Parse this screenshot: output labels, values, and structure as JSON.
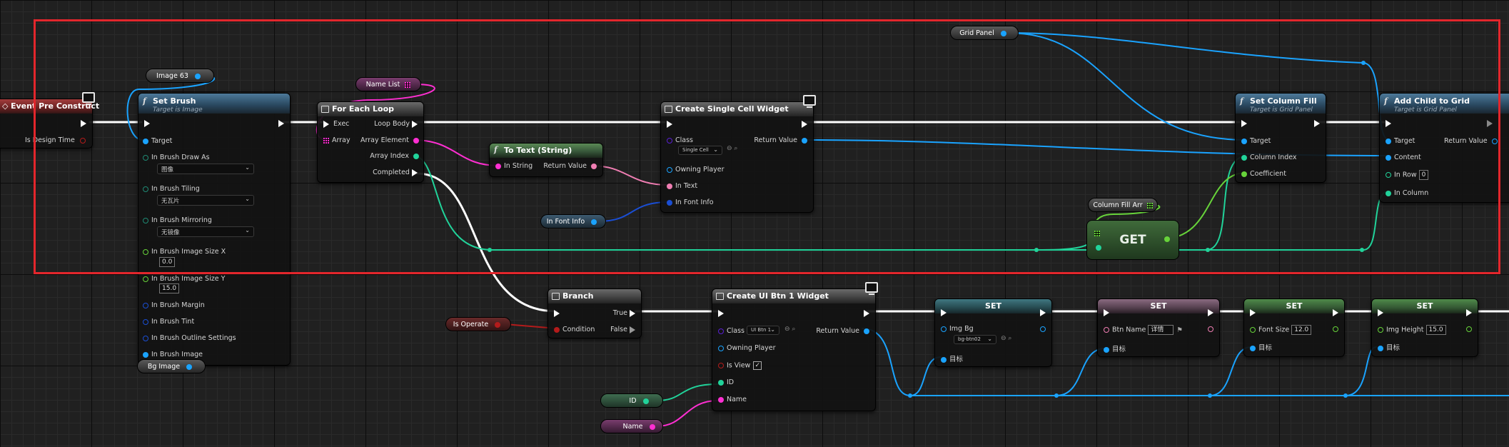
{
  "colors": {
    "exec": "#ffffff",
    "object": "#1aa3ff",
    "int": "#21d39a",
    "string": "#ff2fd2",
    "text": "#f07eb3",
    "bool": "#b41b1b",
    "class": "#5a1fd4",
    "struct": "#1a4ed4",
    "highlight_frame": "#e3262c"
  },
  "event_pre_construct": {
    "title": "Event Pre Construct",
    "pin_is_design_time": "Is Design Time",
    "icon": "event-icon"
  },
  "var_image63": {
    "label": "Image 63"
  },
  "var_bg_image": {
    "label": "Bg Image"
  },
  "set_brush": {
    "title": "Set Brush",
    "subtitle": "Target is Image",
    "icon": "function-icon",
    "target": "Target",
    "draw_as_label": "In Brush Draw As",
    "draw_as_value": "图像",
    "tiling_label": "In Brush Tiling",
    "tiling_value": "无瓦片",
    "mirroring_label": "In Brush Mirroring",
    "mirroring_value": "无镜像",
    "size_x_label": "In Brush Image Size X",
    "size_x_value": "0.0",
    "size_y_label": "In Brush Image Size Y",
    "size_y_value": "15.0",
    "margin_label": "In Brush Margin",
    "tint_label": "In Brush Tint",
    "outline_label": "In Brush Outline Settings",
    "image_label": "In Brush Image"
  },
  "var_name_list": {
    "label": "Name List"
  },
  "for_each_loop": {
    "title": "For Each Loop",
    "exec": "Exec",
    "array": "Array",
    "loop_body": "Loop Body",
    "array_element": "Array Element",
    "array_index": "Array Index",
    "completed": "Completed"
  },
  "to_text": {
    "title": "To Text (String)",
    "in_string": "In String",
    "return_value": "Return Value"
  },
  "var_in_font_info": {
    "label": "In Font Info"
  },
  "create_single_cell": {
    "title": "Create Single Cell Widget",
    "class_label": "Class",
    "class_value": "Single Cell",
    "owning_player": "Owning Player",
    "in_text": "In Text",
    "in_font_info": "In Font Info",
    "return_value": "Return Value"
  },
  "var_grid_panel": {
    "label": "Grid Panel"
  },
  "var_column_fill_arr": {
    "label": "Column Fill Arr"
  },
  "get_node": {
    "label": "GET"
  },
  "set_column_fill": {
    "title": "Set Column Fill",
    "subtitle": "Target is Grid Panel",
    "target": "Target",
    "column_index": "Column Index",
    "coefficient": "Coefficient"
  },
  "add_child_to_grid": {
    "title": "Add Child to Grid",
    "subtitle": "Target is Grid Panel",
    "target": "Target",
    "content": "Content",
    "in_row": "In Row",
    "in_row_value": "0",
    "in_column": "In Column",
    "return_value": "Return Value"
  },
  "var_is_operate": {
    "label": "Is Operate"
  },
  "branch": {
    "title": "Branch",
    "condition": "Condition",
    "true_label": "True",
    "false_label": "False"
  },
  "var_id": {
    "label": "ID"
  },
  "var_name": {
    "label": "Name"
  },
  "create_ui_btn": {
    "title": "Create UI Btn 1 Widget",
    "class_label": "Class",
    "class_value": "UI Btn 1",
    "owning_player": "Owning Player",
    "is_view": "Is View",
    "id": "ID",
    "name": "Name",
    "return_value": "Return Value"
  },
  "set1": {
    "title": "SET",
    "field": "Img Bg",
    "field_value": "bg-btn02",
    "target": "目标"
  },
  "set2": {
    "title": "SET",
    "field": "Btn Name",
    "field_value": "详情",
    "target": "目标"
  },
  "set3": {
    "title": "SET",
    "field": "Font Size",
    "field_value": "12.0",
    "target": "目标"
  },
  "set4": {
    "title": "SET",
    "field": "Img Height",
    "field_value": "15.0",
    "target": "目标"
  }
}
